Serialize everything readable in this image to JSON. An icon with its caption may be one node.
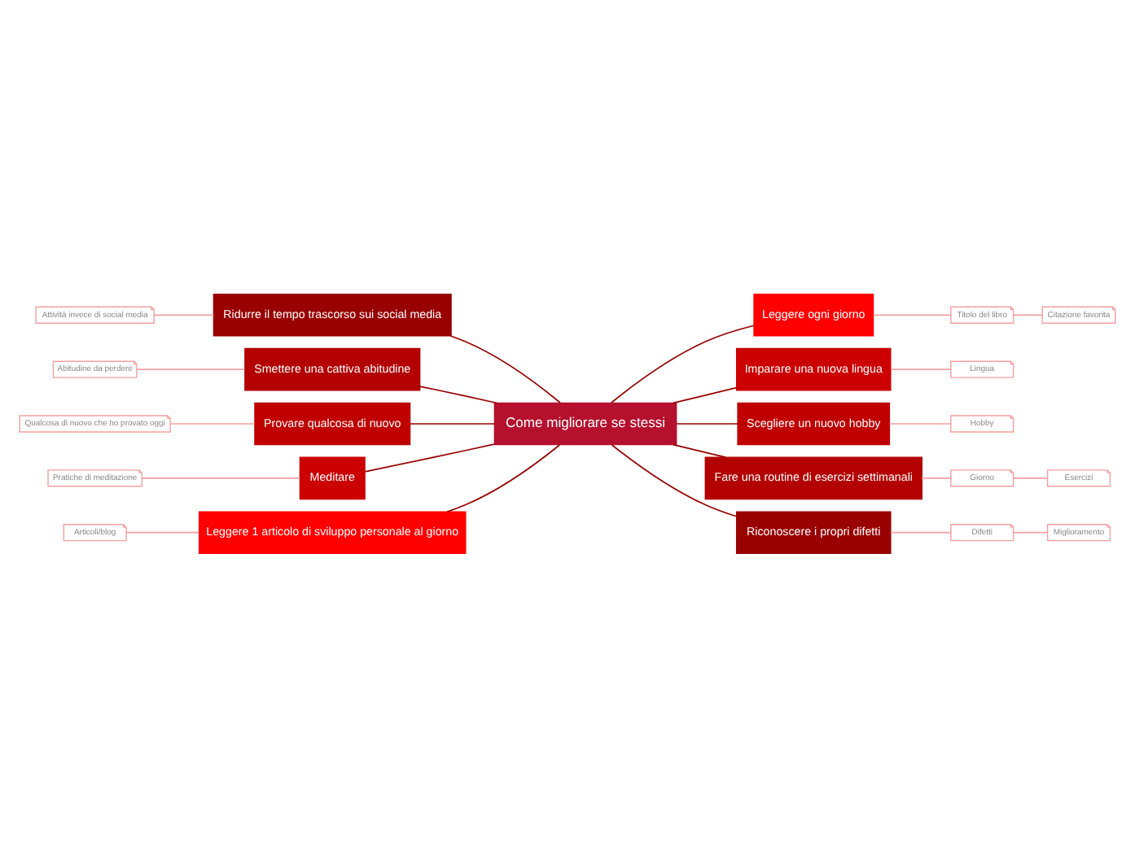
{
  "diagram": {
    "nodes": [
      {
        "text": [
          "Come migliorare se stessi"
        ]
      },
      {
        "text": [
          "Ridurre il tempo trascorso sui social media"
        ]
      },
      {
        "text": [
          "Attività invece di social media"
        ]
      },
      {
        "text": [
          "Smettere una cattiva abitudine"
        ]
      },
      {
        "text": [
          "Abitudine da perdere"
        ]
      },
      {
        "text": [
          "Provare qualcosa di nuovo"
        ]
      },
      {
        "text": [
          "Qualcosa di nuovo che ho provato oggi"
        ]
      },
      {
        "text": [
          "Meditare"
        ]
      },
      {
        "text": [
          "Pratiche di meditazione"
        ]
      },
      {
        "text": [
          "Leggere 1 articolo di sviluppo personale al giorno"
        ]
      },
      {
        "text": [
          "Articoli/blog"
        ]
      },
      {
        "text": [
          "Leggere ogni giorno"
        ]
      },
      {
        "text": [
          "Titolo del libro"
        ]
      },
      {
        "text": [
          "Citazione favorita"
        ]
      },
      {
        "text": [
          "Imparare una nuova lingua"
        ]
      },
      {
        "text": [
          "Lingua"
        ]
      },
      {
        "text": [
          "Scegliere un nuovo hobby"
        ]
      },
      {
        "text": [
          "Hobby"
        ]
      },
      {
        "text": [
          "Fare una routine di esercizi settimanali"
        ]
      },
      {
        "text": [
          "Giorno"
        ]
      },
      {
        "text": [
          "Esercizi"
        ]
      },
      {
        "text": [
          "Riconoscere i propri difetti"
        ]
      },
      {
        "text": [
          "Difetti"
        ]
      },
      {
        "text": [
          "Miglioramento"
        ]
      }
    ],
    "edges": [
      {
        "from": 0,
        "to": 1,
        "arrow": "none",
        "color": "#990000"
      },
      {
        "from": 1,
        "to": 2,
        "arrow": "none",
        "color": "#f4a0a0"
      },
      {
        "from": 0,
        "to": 3,
        "arrow": "none",
        "color": "#990000"
      },
      {
        "from": 3,
        "to": 4,
        "arrow": "none",
        "color": "#f4a0a0"
      },
      {
        "from": 0,
        "to": 5,
        "arrow": "none",
        "color": "#990000"
      },
      {
        "from": 5,
        "to": 6,
        "arrow": "none",
        "color": "#f4a0a0"
      },
      {
        "from": 0,
        "to": 7,
        "arrow": "none",
        "color": "#990000"
      },
      {
        "from": 7,
        "to": 8,
        "arrow": "none",
        "color": "#f4a0a0"
      },
      {
        "from": 0,
        "to": 9,
        "arrow": "none",
        "color": "#990000"
      },
      {
        "from": 9,
        "to": 10,
        "arrow": "none",
        "color": "#f4a0a0"
      },
      {
        "from": 0,
        "to": 11,
        "arrow": "none",
        "color": "#990000"
      },
      {
        "from": 11,
        "to": 12,
        "arrow": "none",
        "color": "#f4a0a0"
      },
      {
        "from": 12,
        "to": 13,
        "arrow": "none",
        "color": "#f4a0a0"
      },
      {
        "from": 0,
        "to": 14,
        "arrow": "none",
        "color": "#990000"
      },
      {
        "from": 14,
        "to": 15,
        "arrow": "none",
        "color": "#f4a0a0"
      },
      {
        "from": 0,
        "to": 16,
        "arrow": "none",
        "color": "#990000"
      },
      {
        "from": 16,
        "to": 17,
        "arrow": "none",
        "color": "#f4a0a0"
      },
      {
        "from": 0,
        "to": 18,
        "arrow": "none",
        "color": "#990000"
      },
      {
        "from": 18,
        "to": 19,
        "arrow": "none",
        "color": "#f4a0a0"
      },
      {
        "from": 19,
        "to": 20,
        "arrow": "none",
        "color": "#f4a0a0"
      },
      {
        "from": 0,
        "to": 21,
        "arrow": "none",
        "color": "#990000"
      },
      {
        "from": 21,
        "to": 22,
        "arrow": "none",
        "color": "#f4a0a0"
      },
      {
        "from": 22,
        "to": 23,
        "arrow": "none",
        "color": "#f4a0a0"
      }
    ]
  }
}
